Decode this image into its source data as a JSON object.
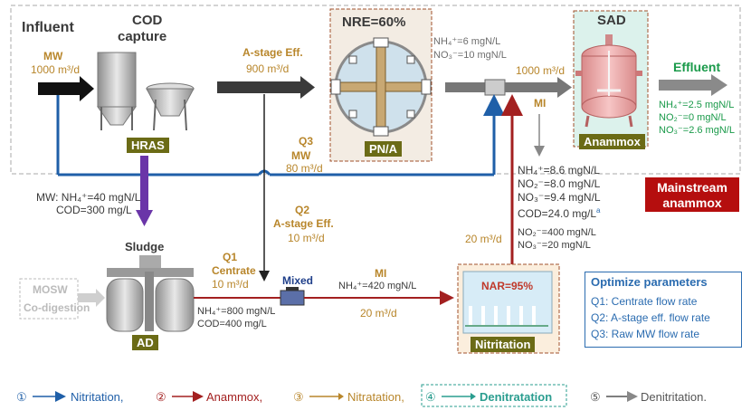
{
  "labels": {
    "influent": "Influent",
    "cod_capture_1": "COD",
    "cod_capture_2": "capture",
    "mw": "MW",
    "mw_flow": "1000 m³/d",
    "hras": "HRAS",
    "astage_eff": "A-stage Eff.",
    "astage_flow": "900 m³/d",
    "nre": "NRE=60%",
    "pna": "PN/A",
    "pna_nh4": "NH₄⁺=6 mgN/L",
    "pna_no3": "NO₃⁻=10 mgN/L",
    "flow_1000": "1000 m³/d",
    "sad": "SAD",
    "anammox": "Anammox",
    "effluent": "Effluent",
    "eff_nh4": "NH₄⁺=2.5 mgN/L",
    "eff_no2": "NO₂⁻=0 mgN/L",
    "eff_no3": "NO₃⁻=2.6 mgN/L",
    "mi_top": "MI",
    "mi_nh4": "NH₄⁺=8.6 mgN/L",
    "mi_no2": "NO₂⁻=8.0 mgN/L",
    "mi_no3": "NO₃⁻=9.4 mgN/L",
    "mi_cod": "COD=24.0 mg/L",
    "mi_cod_sup": "a",
    "q3": "Q3",
    "q3_mw": "MW",
    "q3_flow": "80 m³/d",
    "mw_nh4": "MW: NH₄⁺=40 mgN/L",
    "mw_cod": "COD=300 mg/L",
    "q2": "Q2",
    "q2_label": "A-stage Eff.",
    "q2_flow": "10 m³/d",
    "mainstream_1": "Mainstream",
    "mainstream_2": "anammox",
    "nitrit_no2": "NO₂⁻=400 mgN/L",
    "nitrit_no3": "NO₃⁻=20 mgN/L",
    "flow_20_up": "20 m³/d",
    "sludge": "Sludge",
    "q1": "Q1",
    "centrate": "Centrate",
    "q1_flow": "10 m³/d",
    "mixed": "Mixed",
    "mi_bottom": "MI",
    "mi_bottom_nh4": "NH₄⁺=420 mgN/L",
    "flow_20": "20 m³/d",
    "ad_nh4": "NH₄⁺=800 mgN/L",
    "ad_cod": "COD=400 mg/L",
    "mosw": "MOSW",
    "codigestion": "Co-digestion",
    "ad": "AD",
    "nar": "NAR=95%",
    "nitritation": "Nitritation"
  },
  "optimize": {
    "title": "Optimize parameters",
    "items": [
      "Q1: Centrate  flow rate",
      "Q2: A-stage eff. flow rate",
      "Q3: Raw MW flow rate"
    ]
  },
  "legend": [
    {
      "num": "①",
      "label": "Nitritation,",
      "color": "#1f5fa8"
    },
    {
      "num": "②",
      "label": "Anammox,",
      "color": "#a32020"
    },
    {
      "num": "③",
      "label": "Nitratation,",
      "color": "#b8862b"
    },
    {
      "num": "④",
      "label": "Denitratation",
      "color": "#2a9d8f"
    },
    {
      "num": "⑤",
      "label": "Denitritation.",
      "color": "#555555"
    }
  ],
  "colors": {
    "line1_blue": "#1f5fa8",
    "line2_red": "#a32020",
    "sludge_purple": "#6a35a8",
    "arrow_dark": "#3a3a3a",
    "effluent_green": "#1a9a4a"
  }
}
